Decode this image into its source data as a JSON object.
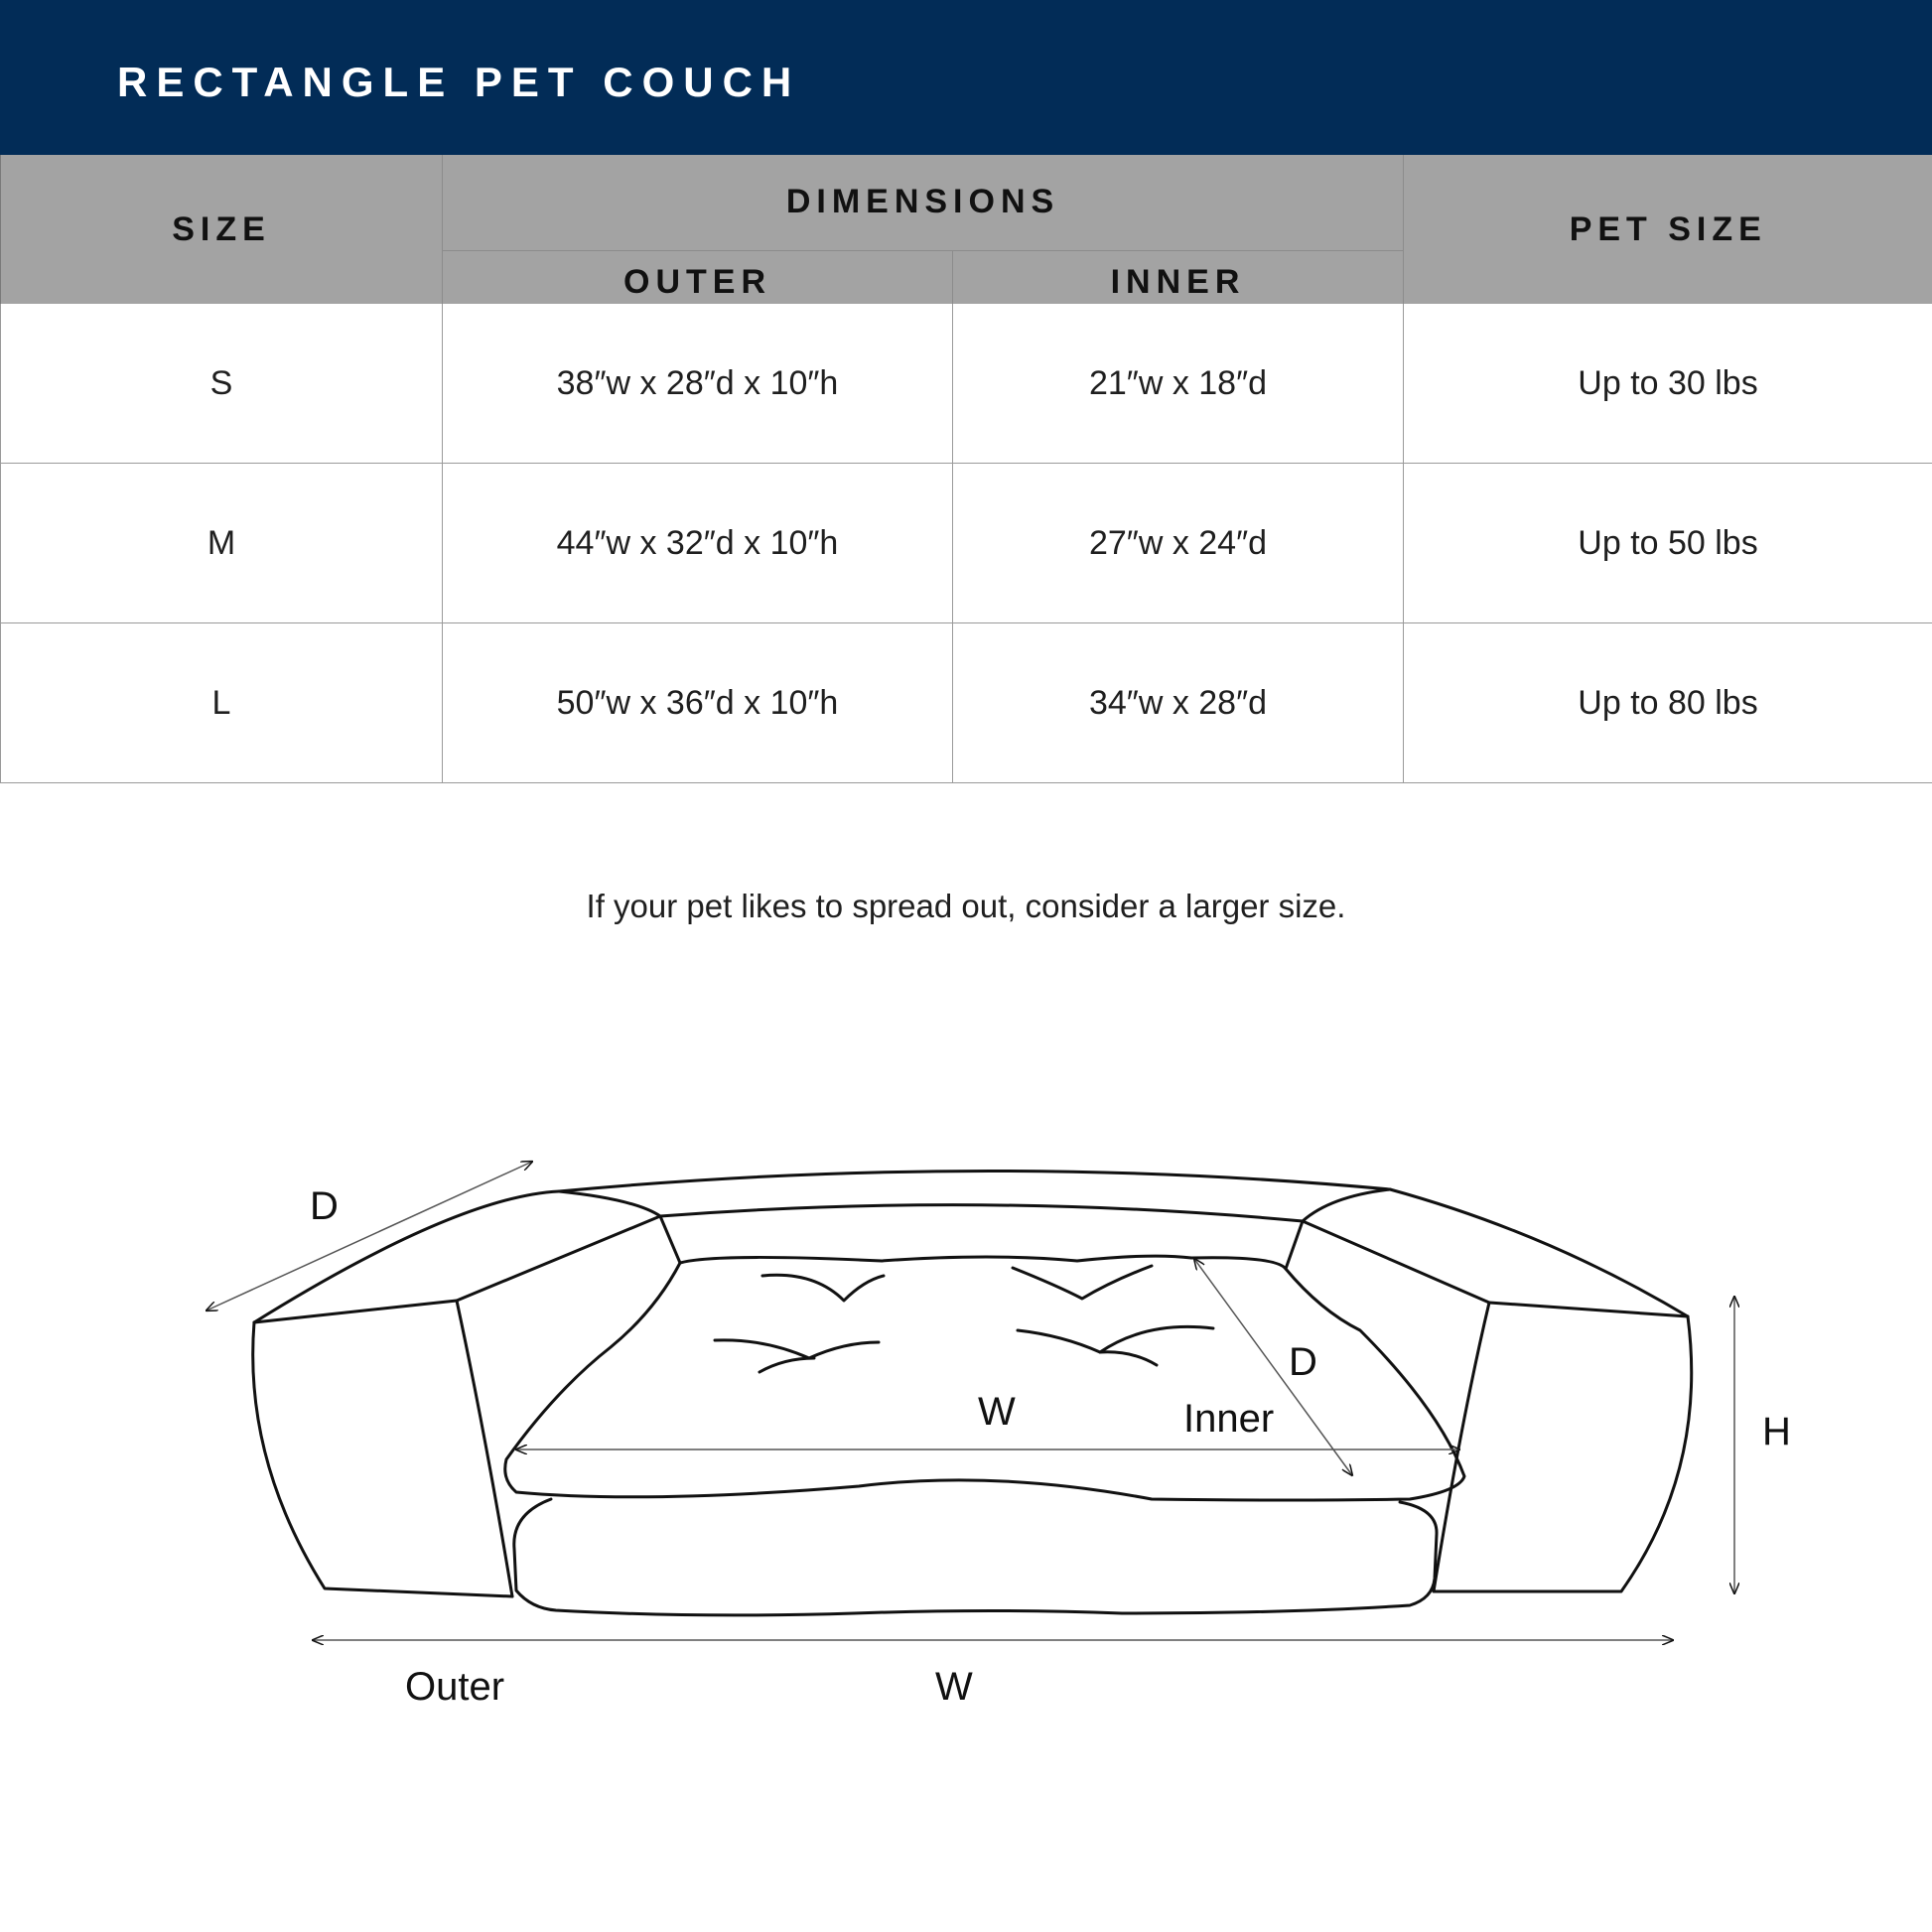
{
  "title": "RECTANGLE PET COUCH",
  "table": {
    "headers": {
      "size": "SIZE",
      "dimensions": "DIMENSIONS",
      "outer": "OUTER",
      "inner": "INNER",
      "pet_size": "PET SIZE"
    },
    "rows": [
      {
        "size": "S",
        "outer": "38″w x 28″d x 10″h",
        "inner": "21″w x 18″d",
        "pet_size": "Up to 30 lbs"
      },
      {
        "size": "M",
        "outer": "44″w x 32″d x 10″h",
        "inner": "27″w x 24″d",
        "pet_size": "Up to 50 lbs"
      },
      {
        "size": "L",
        "outer": "50″w x 36″d x 10″h",
        "inner": "34″w x 28″d",
        "pet_size": "Up to 80 lbs"
      }
    ]
  },
  "note": "If your pet likes to spread out, consider a larger size.",
  "diagram": {
    "outer_depth_label": "D",
    "inner_width_label": "W",
    "inner_label": "Inner",
    "inner_depth_label": "D",
    "height_label": "H",
    "outer_label": "Outer",
    "outer_width_label": "W"
  },
  "colors": {
    "banner": "#022c57",
    "header_bg": "#a3a3a3",
    "grid": "#9a9a9a"
  }
}
